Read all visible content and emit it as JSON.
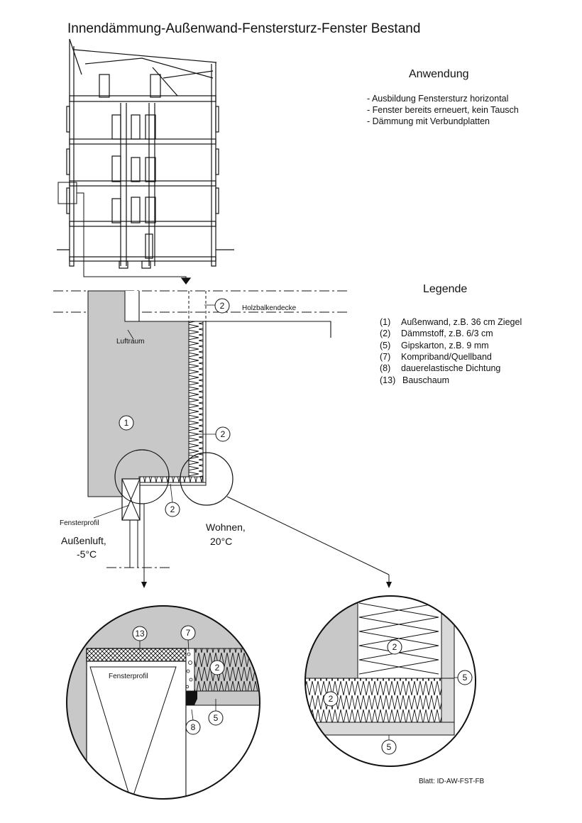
{
  "title": "Innendämmung-Außenwand-Fenstersturz-Fenster Bestand",
  "anwendung": {
    "heading": "Anwendung",
    "items": [
      "- Ausbildung Fenstersturz horizontal",
      "- Fenster bereits erneuert, kein Tausch",
      "- Dämmung mit Verbundplatten"
    ]
  },
  "legende": {
    "heading": "Legende",
    "items": [
      {
        "num": "(1)",
        "text": "Außenwand, z.B. 36 cm Ziegel"
      },
      {
        "num": "(2)",
        "text": "Dämmstoff, z.B. 6/3 cm"
      },
      {
        "num": "(5)",
        "text": "Gipskarton, z.B. 9 mm"
      },
      {
        "num": "(7)",
        "text": "Kompriband/Quellband"
      },
      {
        "num": "(8)",
        "text": "dauerelastische Dichtung"
      },
      {
        "num": "(13)",
        "text": "Bauschaum"
      }
    ]
  },
  "labels": {
    "holzbalkendecke": "Holzbalkendecke",
    "luftraum": "Luftraum",
    "fensterprofil": "Fensterprofil",
    "aussenluft_1": "Außenluft,",
    "aussenluft_2": "-5°C",
    "wohnen_1": "Wohnen,",
    "wohnen_2": "20°C",
    "detail_fensterprofil": "Fensterprofil"
  },
  "markers": {
    "n1": "1",
    "n2": "2",
    "n5": "5",
    "n7": "7",
    "n8": "8",
    "n13": "13"
  },
  "blatt": "Blatt: ID-AW-FST-FB",
  "colors": {
    "wall": "#c8c8c8",
    "line": "#111111",
    "gypsum": "#d9d9d9"
  }
}
